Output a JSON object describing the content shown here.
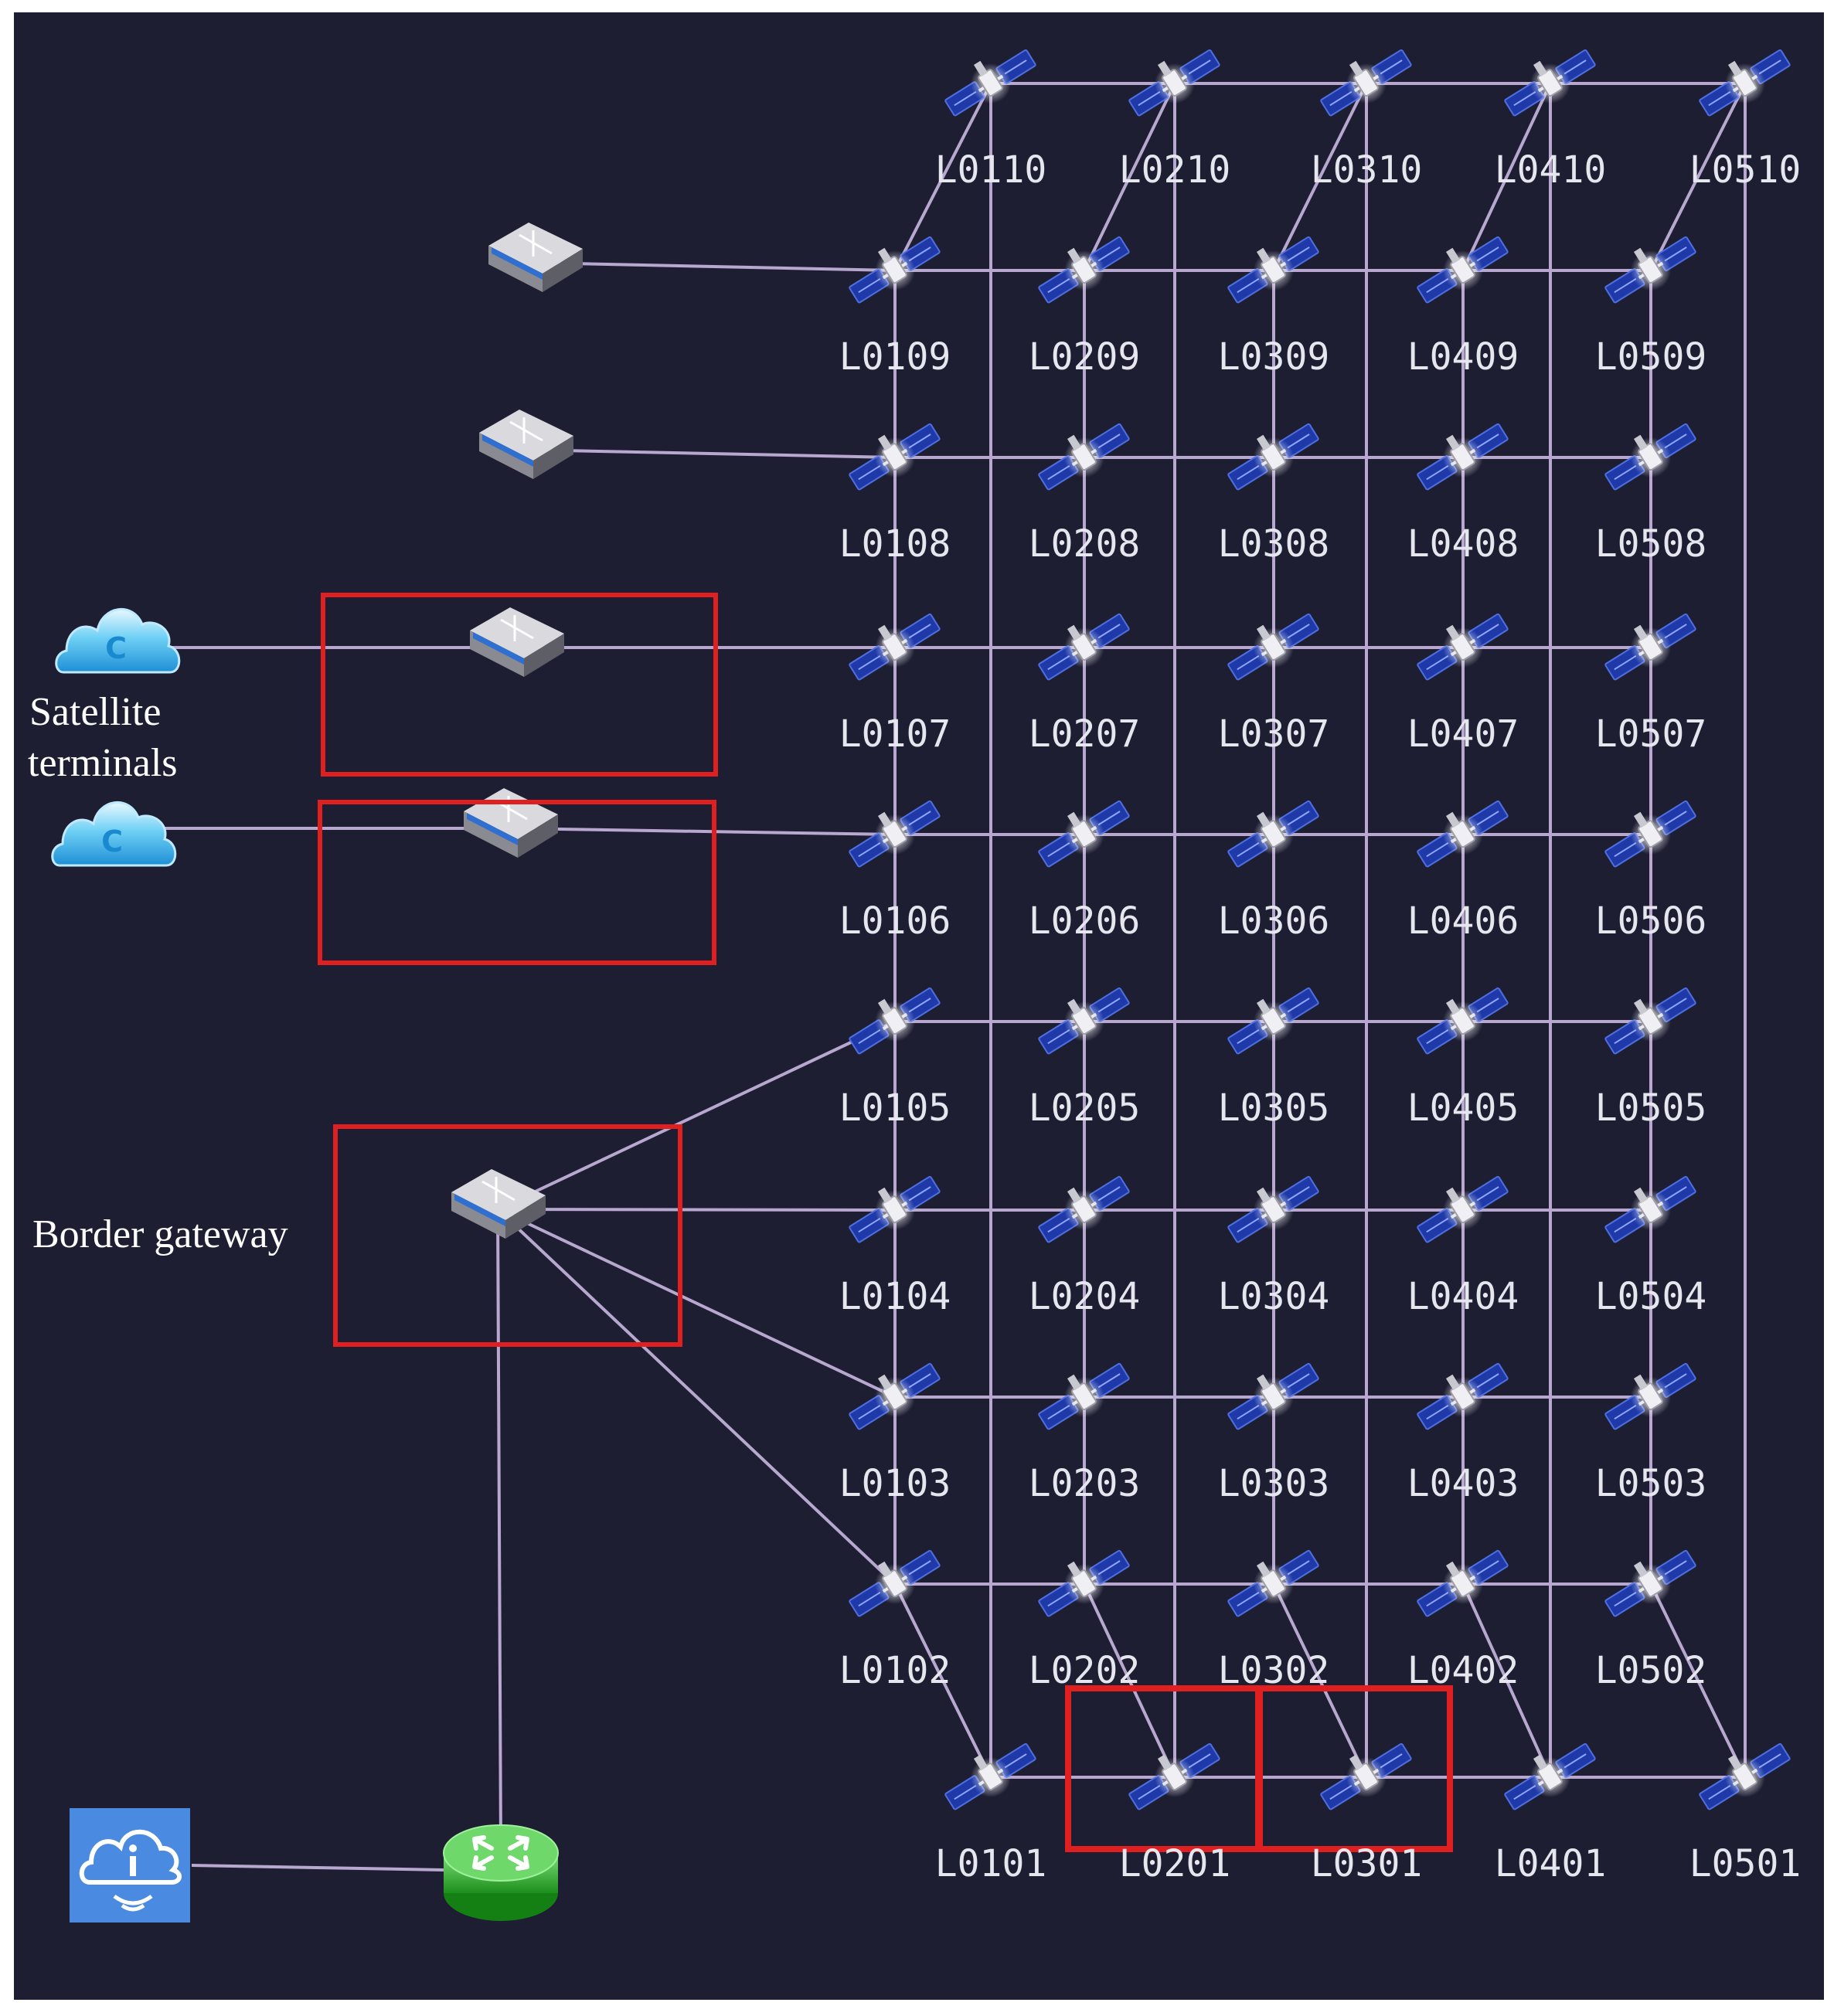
{
  "annotations": {
    "satellite_terminals_line1": "Satellite",
    "satellite_terminals_line2": "terminals",
    "border_gateway": "Border gateway"
  },
  "orbit_rows": [
    "10",
    "09",
    "08",
    "07",
    "06",
    "05",
    "04",
    "03",
    "02",
    "01"
  ],
  "planes": [
    "01",
    "02",
    "03",
    "04",
    "05"
  ],
  "node_prefix": "L",
  "highlighted_satellites": [
    "L0201",
    "L0301"
  ],
  "colors": {
    "background": "#1e1e33",
    "link": "#b8a8cf",
    "highlight": "#e02020",
    "label": "#e6e6ee",
    "annotation": "#ffffff"
  },
  "icons": {
    "satellite": "satellite-icon",
    "ground_station": "ground-station-icon",
    "terminal": "cloud-terminal-icon",
    "router": "router-icon",
    "info_server": "info-cloud-icon"
  }
}
